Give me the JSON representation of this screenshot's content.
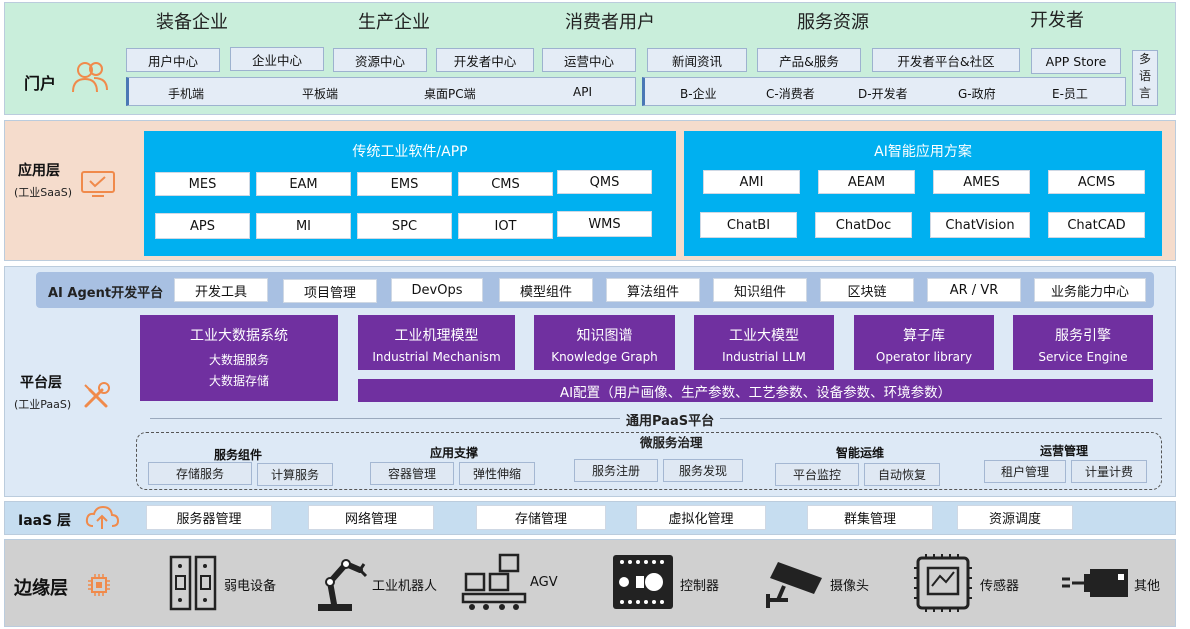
{
  "portal": {
    "label": "门户",
    "headers": [
      "装备企业",
      "生产企业",
      "消费者用户",
      "服务资源",
      "开发者"
    ],
    "top_left": [
      "用户中心",
      "企业中心",
      "资源中心",
      "开发者中心",
      "运营中心"
    ],
    "top_right": [
      "新闻资讯",
      "产品&服务",
      "开发者平台&社区",
      "APP  Store"
    ],
    "bottom_left": [
      "手机端",
      "平板端",
      "桌面PC端",
      "API"
    ],
    "bottom_right": [
      "B-企业",
      "C-消费者",
      "D-开发者",
      "G-政府",
      "E-员工"
    ],
    "multilang": "多\n语\n言"
  },
  "app_layer": {
    "label": "应用层",
    "sublabel": "(工业SaaS)",
    "traditional_title": "传统工业软件/APP",
    "traditional_row1": [
      "MES",
      "EAM",
      "EMS",
      "CMS",
      "QMS"
    ],
    "traditional_row2": [
      "APS",
      "MI",
      "SPC",
      "IOT",
      "WMS"
    ],
    "ai_title": "AI智能应用方案",
    "ai_row1": [
      "AMI",
      "AEAM",
      "AMES",
      "ACMS"
    ],
    "ai_row2": [
      "ChatBI",
      "ChatDoc",
      "ChatVision",
      "ChatCAD"
    ]
  },
  "platform_layer": {
    "label": "平台层",
    "sublabel": "(工业PaaS)",
    "agent_title": "AI Agent开发平台",
    "agent_items": [
      "开发工具",
      "项目管理",
      "DevOps",
      "模型组件",
      "算法组件",
      "知识组件",
      "区块链",
      "AR / VR",
      "业务能力中心"
    ],
    "bigdata": {
      "title": "工业大数据系统",
      "line1": "大数据服务",
      "line2": "大数据存储"
    },
    "modules": [
      {
        "zh": "工业机理模型",
        "en": "Industrial Mechanism"
      },
      {
        "zh": "知识图谱",
        "en": "Knowledge Graph"
      },
      {
        "zh": "工业大模型",
        "en": "Industrial LLM"
      },
      {
        "zh": "算子库",
        "en": "Operator library"
      },
      {
        "zh": "服务引擎",
        "en": "Service Engine"
      }
    ],
    "ai_config": "AI配置（用户画像、生产参数、工艺参数、设备参数、环境参数）",
    "paas_title": "通用PaaS平台",
    "micro_title": "微服务治理",
    "groups": [
      {
        "title": "服务组件",
        "items": [
          "存储服务",
          "计算服务"
        ]
      },
      {
        "title": "应用支撑",
        "items": [
          "容器管理",
          "弹性伸缩"
        ]
      },
      {
        "title": "",
        "items": [
          "服务注册",
          "服务发现"
        ]
      },
      {
        "title": "智能运维",
        "items": [
          "平台监控",
          "自动恢复"
        ]
      },
      {
        "title": "运营管理",
        "items": [
          "租户管理",
          "计量计费"
        ]
      }
    ]
  },
  "iaas_layer": {
    "label": "IaaS 层",
    "items": [
      "服务器管理",
      "网络管理",
      "存储管理",
      "虚拟化管理",
      "群集管理",
      "资源调度"
    ]
  },
  "edge_layer": {
    "label": "边缘层",
    "items": [
      "弱电设备",
      "工业机器人",
      "AGV",
      "控制器",
      "摄像头",
      "传感器",
      "其他"
    ]
  },
  "colors": {
    "portal_bg": "#c9eedb",
    "app_bg": "#f5dccc",
    "platform_bg": "#dde9f6",
    "iaas_bg": "#c6ddf0",
    "edge_bg": "#d0d0d0",
    "cyan": "#00b0f0",
    "purple": "#7030a0",
    "icon_orange": "#f08a4b"
  }
}
